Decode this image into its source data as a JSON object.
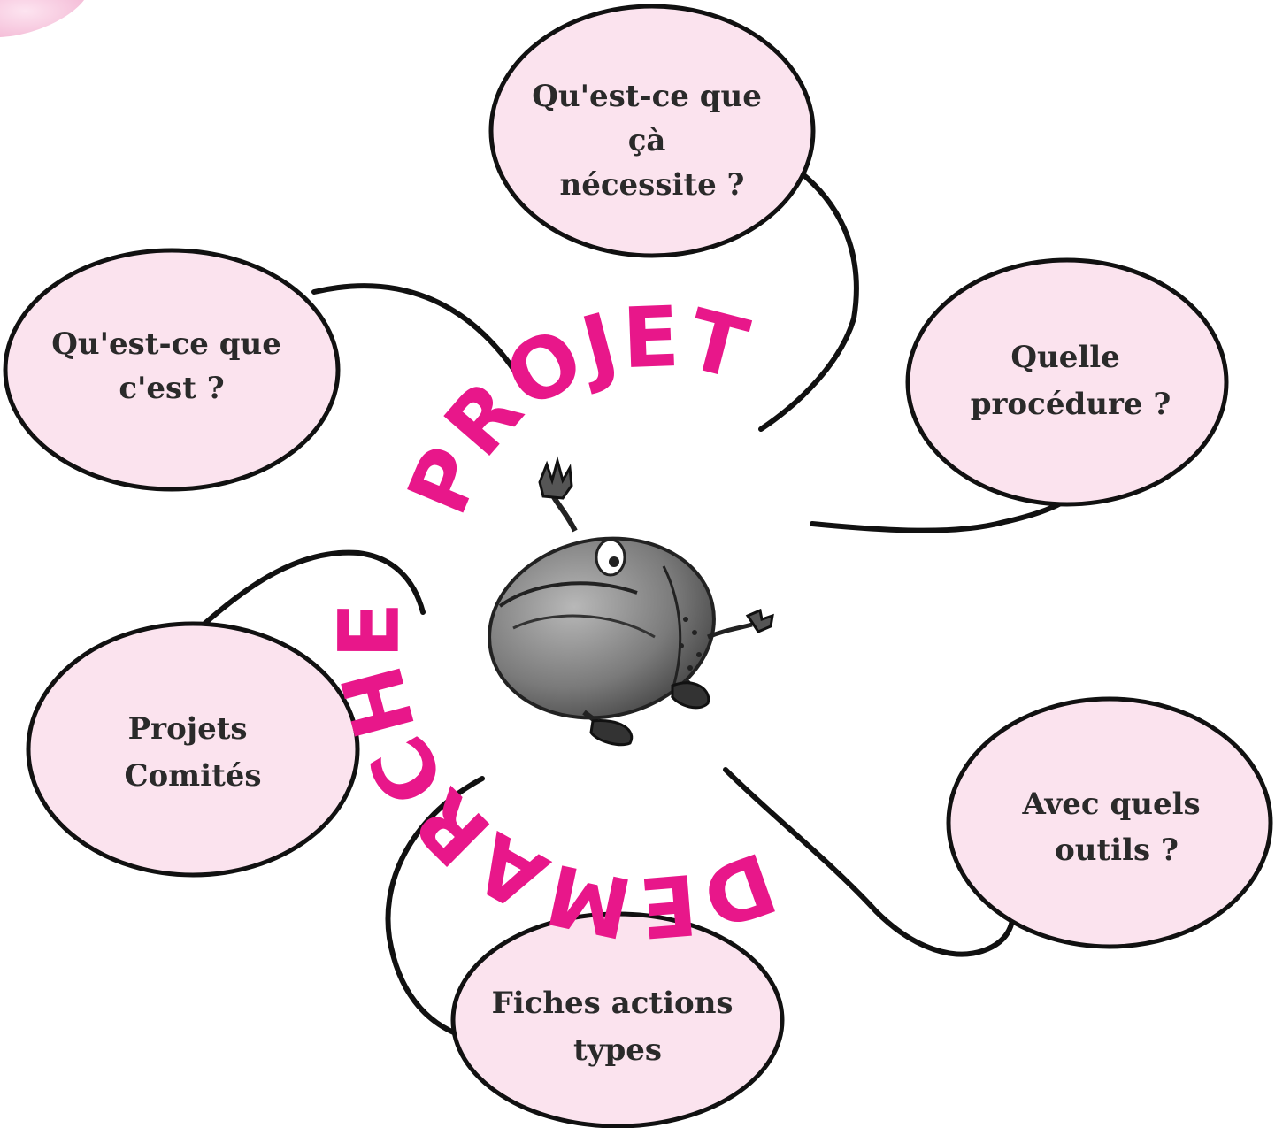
{
  "diagram": {
    "center_lines": [
      "PROJET",
      "DEMARCHE"
    ],
    "mascot_icon": "running-ball-mascot-icon",
    "colors": {
      "bubble_fill": "#fbe3ee",
      "outline": "#111111",
      "accent": "#e8178a",
      "corner_blob": "#f6c6de"
    },
    "bubbles": [
      {
        "id": "necessite",
        "lines": [
          "Qu'est-ce que",
          "çà",
          "nécessite ?"
        ]
      },
      {
        "id": "quoi",
        "lines": [
          "Qu'est-ce que",
          "c'est ?"
        ]
      },
      {
        "id": "procedure",
        "lines": [
          "Quelle",
          "procédure ?"
        ]
      },
      {
        "id": "comites",
        "lines": [
          "Projets",
          "Comités"
        ]
      },
      {
        "id": "outils",
        "lines": [
          "Avec quels",
          "outils ?"
        ]
      },
      {
        "id": "fiches",
        "lines": [
          "Fiches actions",
          "types"
        ]
      }
    ]
  }
}
